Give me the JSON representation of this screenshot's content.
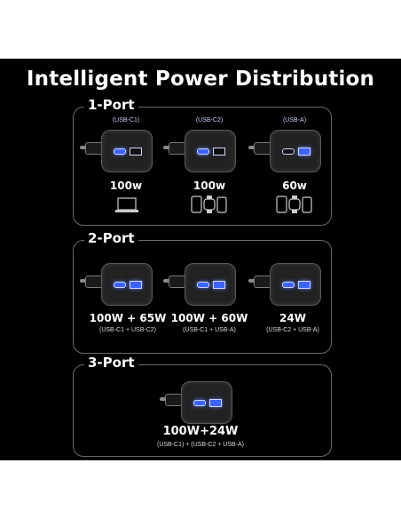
{
  "title": "Intelligent Power Distribution",
  "groups": {
    "one_port": {
      "label": "1-Port",
      "items": [
        {
          "port": "(USB-C1)",
          "watt": "100w",
          "devices": "laptop-icon"
        },
        {
          "port": "(USB-C2)",
          "watt": "100w",
          "devices": "tablet-watch-phone-icons"
        },
        {
          "port": "(USB-A)",
          "watt": "60w",
          "devices": "tablet-watch-phone-icons"
        }
      ]
    },
    "two_port": {
      "label": "2-Port",
      "items": [
        {
          "watt": "100W + 65W",
          "sub": "(USB-C1 + USB-C2)"
        },
        {
          "watt": "100W + 60W",
          "sub": "(USB-C1 + USB-A)"
        },
        {
          "watt": "24W",
          "sub": "(USB-C2 + USB-A)"
        }
      ]
    },
    "three_port": {
      "label": "3-Port",
      "watt": "100W+24W",
      "sub": "(USB-C1) + (USB-C2 + USB-A)"
    }
  },
  "colors": {
    "background": "#000000",
    "accent": "#3a63ff",
    "border": "#6b6b6b"
  }
}
